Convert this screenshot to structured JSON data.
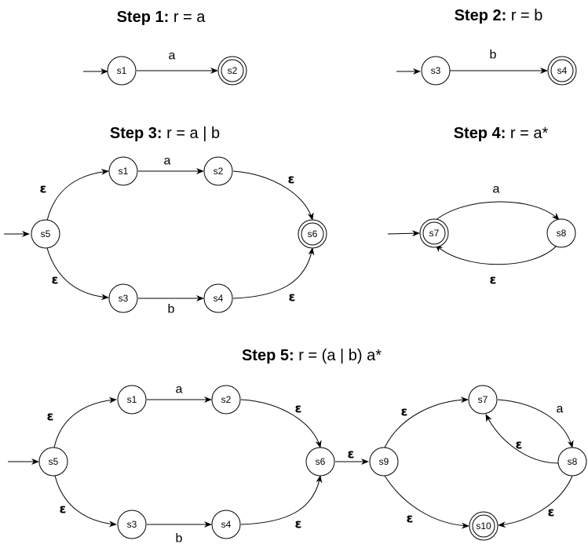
{
  "titles": {
    "step1": {
      "bold": "Step 1:",
      "rest": " r = a"
    },
    "step2": {
      "bold": "Step 2:",
      "rest": " r = b"
    },
    "step3": {
      "bold": "Step 3:",
      "rest": " r = a | b"
    },
    "step4": {
      "bold": "Step 4:",
      "rest": " r = a*"
    },
    "step5": {
      "bold": "Step 5:",
      "rest": " r = (a | b) a*"
    }
  },
  "symbols": {
    "a": "a",
    "b": "b",
    "epsilon": "ε"
  },
  "diagrams": [
    {
      "id": "step1",
      "states": [
        {
          "id": "s1",
          "label": "s1",
          "accepting": false,
          "start": true
        },
        {
          "id": "s2",
          "label": "s2",
          "accepting": true,
          "start": false
        }
      ],
      "transitions": [
        {
          "from": "s1",
          "to": "s2",
          "symbol": "a"
        }
      ]
    },
    {
      "id": "step2",
      "states": [
        {
          "id": "s3",
          "label": "s3",
          "accepting": false,
          "start": true
        },
        {
          "id": "s4",
          "label": "s4",
          "accepting": true,
          "start": false
        }
      ],
      "transitions": [
        {
          "from": "s3",
          "to": "s4",
          "symbol": "b"
        }
      ]
    },
    {
      "id": "step3",
      "states": [
        {
          "id": "s5",
          "label": "s5",
          "accepting": false,
          "start": true
        },
        {
          "id": "s1",
          "label": "s1",
          "accepting": false,
          "start": false
        },
        {
          "id": "s2",
          "label": "s2",
          "accepting": false,
          "start": false
        },
        {
          "id": "s3",
          "label": "s3",
          "accepting": false,
          "start": false
        },
        {
          "id": "s4",
          "label": "s4",
          "accepting": false,
          "start": false
        },
        {
          "id": "s6",
          "label": "s6",
          "accepting": true,
          "start": false
        }
      ],
      "transitions": [
        {
          "from": "s5",
          "to": "s1",
          "symbol": "ε"
        },
        {
          "from": "s1",
          "to": "s2",
          "symbol": "a"
        },
        {
          "from": "s2",
          "to": "s6",
          "symbol": "ε"
        },
        {
          "from": "s5",
          "to": "s3",
          "symbol": "ε"
        },
        {
          "from": "s3",
          "to": "s4",
          "symbol": "b"
        },
        {
          "from": "s4",
          "to": "s6",
          "symbol": "ε"
        }
      ]
    },
    {
      "id": "step4",
      "states": [
        {
          "id": "s7",
          "label": "s7",
          "accepting": true,
          "start": true
        },
        {
          "id": "s8",
          "label": "s8",
          "accepting": false,
          "start": false
        }
      ],
      "transitions": [
        {
          "from": "s7",
          "to": "s8",
          "symbol": "a"
        },
        {
          "from": "s8",
          "to": "s7",
          "symbol": "ε"
        }
      ]
    },
    {
      "id": "step5",
      "states": [
        {
          "id": "s5",
          "label": "s5",
          "accepting": false,
          "start": true
        },
        {
          "id": "s1",
          "label": "s1",
          "accepting": false,
          "start": false
        },
        {
          "id": "s2",
          "label": "s2",
          "accepting": false,
          "start": false
        },
        {
          "id": "s3",
          "label": "s3",
          "accepting": false,
          "start": false
        },
        {
          "id": "s4",
          "label": "s4",
          "accepting": false,
          "start": false
        },
        {
          "id": "s6",
          "label": "s6",
          "accepting": false,
          "start": false
        },
        {
          "id": "s9",
          "label": "s9",
          "accepting": false,
          "start": false
        },
        {
          "id": "s7",
          "label": "s7",
          "accepting": false,
          "start": false
        },
        {
          "id": "s8",
          "label": "s8",
          "accepting": false,
          "start": false
        },
        {
          "id": "s10",
          "label": "s10",
          "accepting": true,
          "start": false
        }
      ],
      "transitions": [
        {
          "from": "s5",
          "to": "s1",
          "symbol": "ε"
        },
        {
          "from": "s1",
          "to": "s2",
          "symbol": "a"
        },
        {
          "from": "s2",
          "to": "s6",
          "symbol": "ε"
        },
        {
          "from": "s5",
          "to": "s3",
          "symbol": "ε"
        },
        {
          "from": "s3",
          "to": "s4",
          "symbol": "b"
        },
        {
          "from": "s4",
          "to": "s6",
          "symbol": "ε"
        },
        {
          "from": "s6",
          "to": "s9",
          "symbol": "ε"
        },
        {
          "from": "s9",
          "to": "s7",
          "symbol": "ε"
        },
        {
          "from": "s7",
          "to": "s8",
          "symbol": "a"
        },
        {
          "from": "s8",
          "to": "s7",
          "symbol": "ε"
        },
        {
          "from": "s8",
          "to": "s10",
          "symbol": "ε"
        },
        {
          "from": "s9",
          "to": "s10",
          "symbol": "ε"
        }
      ]
    }
  ]
}
